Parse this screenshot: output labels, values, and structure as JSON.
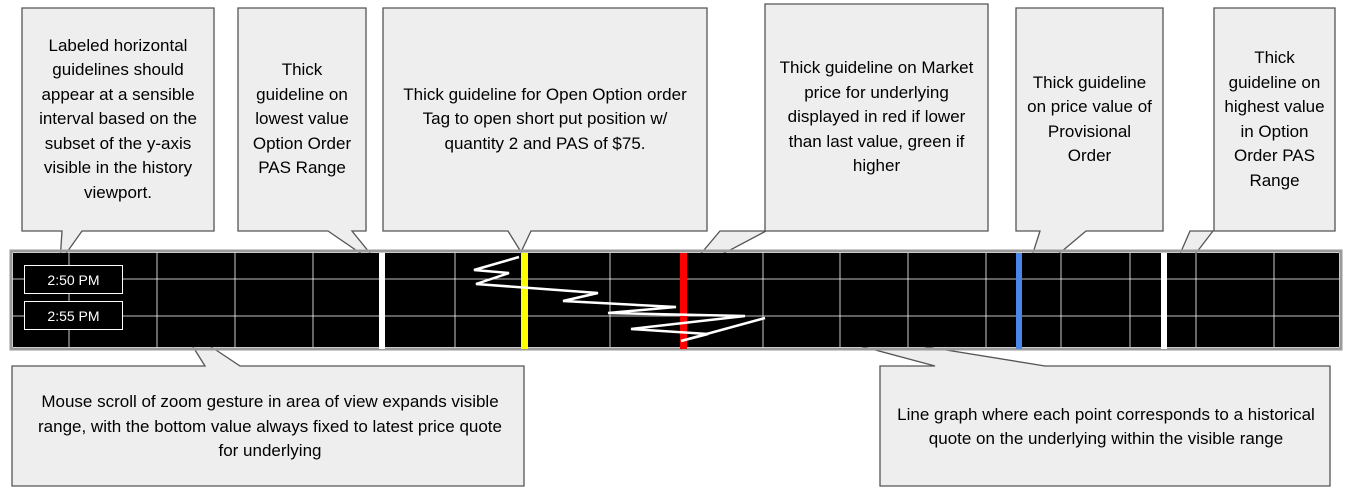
{
  "callouts": {
    "y_axis": "Labeled horizontal guidelines should appear at a sensible interval based on the subset of the y-axis visible in the history viewport.",
    "lowest": "Thick guideline on lowest value Option Order PAS Range",
    "open_option": "Thick guideline for Open Option order Tag to open short put position w/ quantity 2 and PAS of $75.",
    "market": "Thick guideline on Market price for underlying displayed in red if lower than last value, green if higher",
    "provisional": "Thick guideline on price value of Provisional Order",
    "highest": "Thick guideline on highest value in Option Order PAS Range",
    "zoom": "Mouse scroll of zoom gesture in area of view expands visible range, with the bottom value always fixed to latest price quote for underlying",
    "line_graph": "Line graph where each point corresponds to a historical quote on the underlying within the visible range"
  },
  "time_labels": [
    "2:50 PM",
    "2:55 PM"
  ],
  "colors": {
    "callout_fill": "#eeeeee",
    "callout_stroke": "#555555",
    "chart_bg": "#000000",
    "grid": "#ffffff",
    "lowest": "#ffffff",
    "open_option": "#ffff00",
    "market": "#ff0000",
    "provisional": "#4a86e8",
    "highest": "#ffffff",
    "price_line": "#ffffff"
  }
}
